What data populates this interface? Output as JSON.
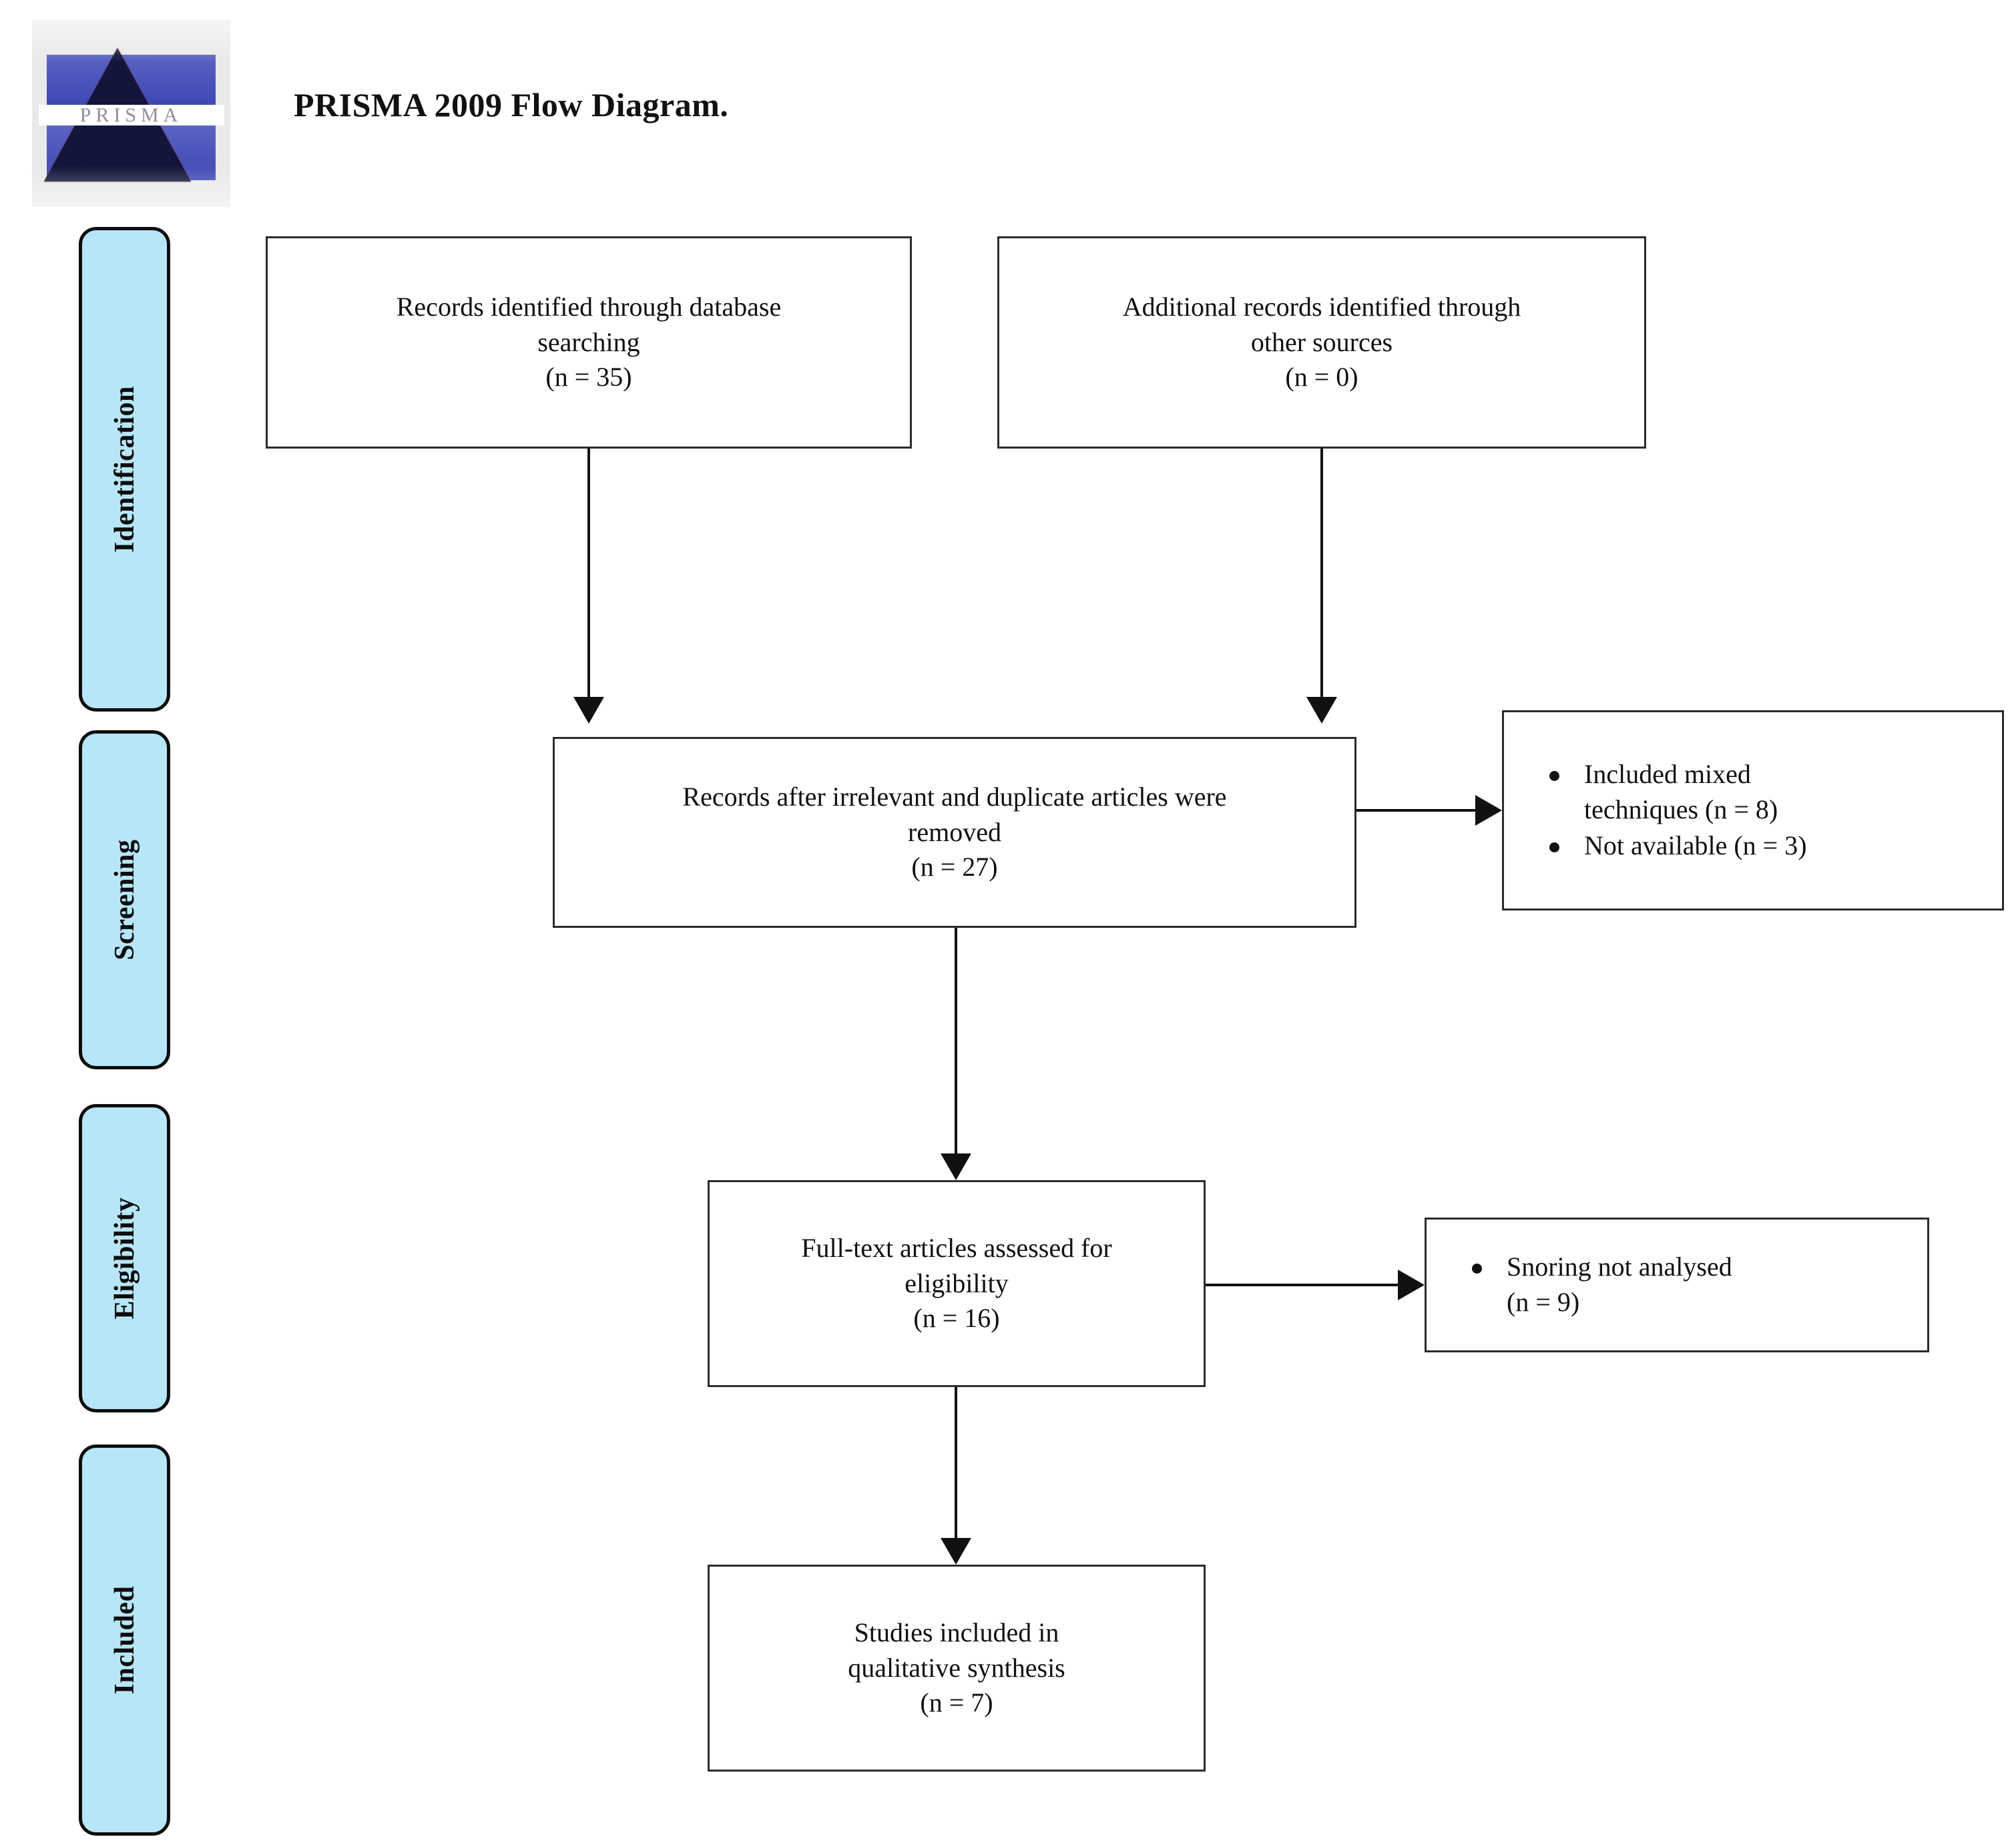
{
  "document": {
    "title": "PRISMA 2009 Flow Diagram.",
    "logo": {
      "name": "prisma-logo",
      "wordmark": "PRISMA"
    }
  },
  "colors": {
    "stage_fill": "#b7e6f8",
    "stage_border": "#0d0d0d",
    "box_border": "#2b2b2b",
    "box_fill": "#ffffff",
    "connector": "#111111",
    "text": "#111111",
    "logo_band": "#3f47b4",
    "logo_pyramid": "#13163a",
    "logo_background": "#e9e9e9"
  },
  "stages": [
    {
      "id": "identification",
      "label": "Identification"
    },
    {
      "id": "screening",
      "label": "Screening"
    },
    {
      "id": "eligibility",
      "label": "Eligibility"
    },
    {
      "id": "included",
      "label": "Included"
    }
  ],
  "chart_data": {
    "type": "diagram",
    "diagram_kind": "prisma-flow",
    "title": "PRISMA 2009 Flow Diagram.",
    "nodes": [
      {
        "id": "db-search",
        "stage": "identification",
        "lines": [
          "Records identified through database",
          "searching",
          "(n = 35)"
        ],
        "count": 35
      },
      {
        "id": "other-sources",
        "stage": "identification",
        "lines": [
          "Additional records identified through",
          "other sources",
          "(n = 0)"
        ],
        "count": 0
      },
      {
        "id": "after-duplicates",
        "stage": "screening",
        "lines": [
          "Records after irrelevant and duplicate articles were",
          "removed",
          "(n = 27)"
        ],
        "count": 27
      },
      {
        "id": "excluded-screening",
        "stage": "screening",
        "kind": "exclusion",
        "bullets": [
          {
            "lines": [
              "Included mixed",
              "techniques (n = 8)"
            ],
            "count": 8
          },
          {
            "lines": [
              "Not available (n = 3)"
            ],
            "count": 3
          }
        ]
      },
      {
        "id": "full-text",
        "stage": "eligibility",
        "lines": [
          "Full-text articles assessed for",
          "eligibility",
          "(n = 16)"
        ],
        "count": 16
      },
      {
        "id": "excluded-eligibility",
        "stage": "eligibility",
        "kind": "exclusion",
        "bullets": [
          {
            "lines": [
              "Snoring not analysed",
              "(n = 9)"
            ],
            "count": 9
          }
        ]
      },
      {
        "id": "included-qualitative",
        "stage": "included",
        "lines": [
          "Studies included in",
          "qualitative synthesis",
          "(n = 7)"
        ],
        "count": 7
      }
    ],
    "edges": [
      {
        "from": "db-search",
        "to": "after-duplicates",
        "direction": "down"
      },
      {
        "from": "other-sources",
        "to": "after-duplicates",
        "direction": "down"
      },
      {
        "from": "after-duplicates",
        "to": "excluded-screening",
        "direction": "right"
      },
      {
        "from": "after-duplicates",
        "to": "full-text",
        "direction": "down"
      },
      {
        "from": "full-text",
        "to": "excluded-eligibility",
        "direction": "right"
      },
      {
        "from": "full-text",
        "to": "included-qualitative",
        "direction": "down"
      }
    ]
  }
}
